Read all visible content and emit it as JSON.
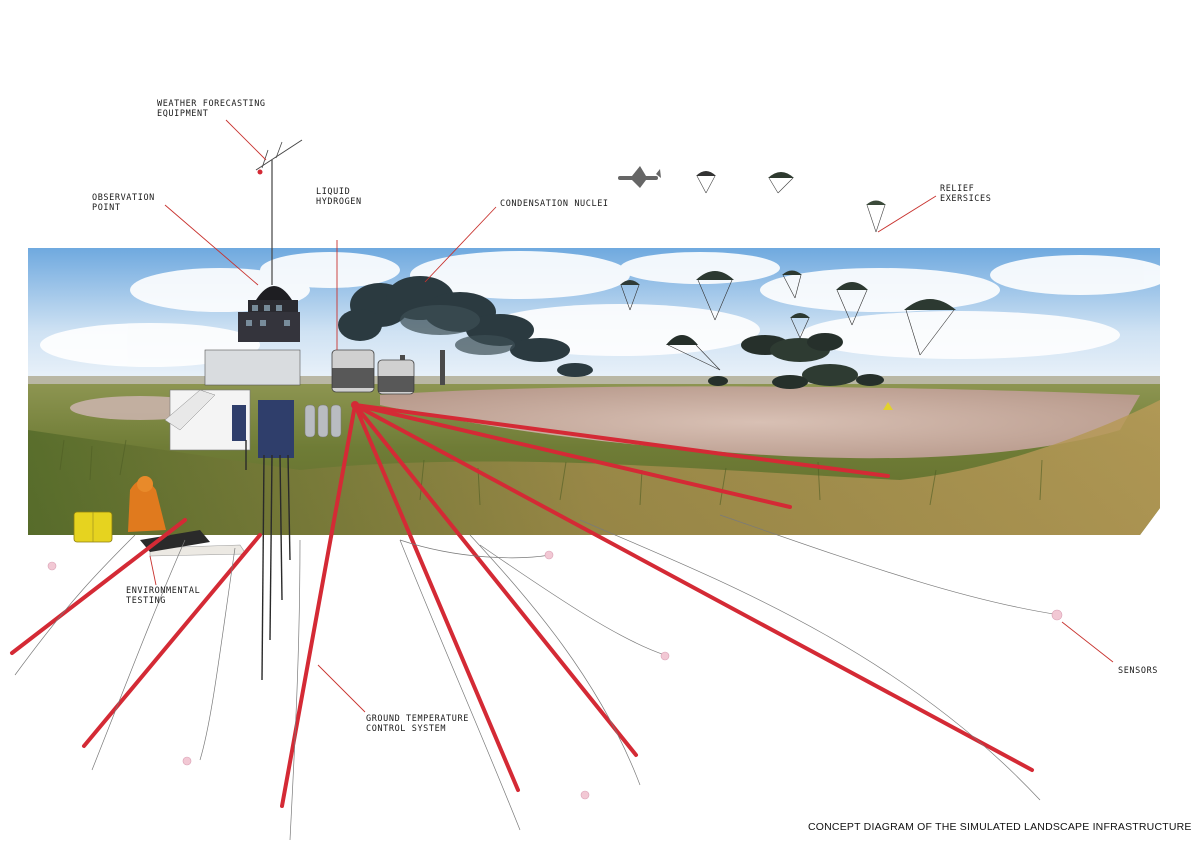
{
  "labels": {
    "weather": "WEATHER FORECASTING\nEQUIPMENT",
    "observation": "OBSERVATION\nPOINT",
    "hydrogen": "LIQUID\nHYDROGEN",
    "condensation": "CONDENSATION NUCLEI",
    "relief": "RELIEF\nEXERSICES",
    "environmental": "ENVIRONMENTAL\nTESTING",
    "ground": "GROUND TEMPERATURE\nCONTROL SYSTEM",
    "sensors": "SENSORS"
  },
  "caption": "CONCEPT DIAGRAM OF THE SIMULATED LANDSCAPE INFRASTRUCTURE",
  "colors": {
    "accent_red": "#d42a35",
    "leader_red": "#c8322e",
    "sky_top": "#6fa9df",
    "sky_bottom": "#e7f1fa",
    "grass": "#7c8a3a",
    "water": "#c7a9a0",
    "smoke": "#2c3d44",
    "parachute": "#2e3a2f"
  }
}
